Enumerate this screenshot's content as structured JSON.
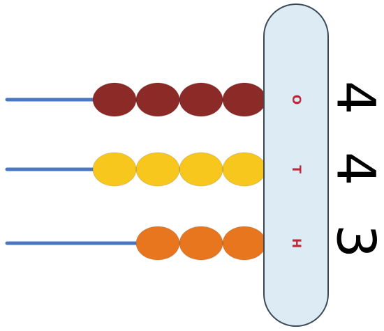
{
  "rods": [
    {
      "place_label": "O",
      "digit": "4",
      "bead_count": 4,
      "bead_color": "#8b2a26"
    },
    {
      "place_label": "T",
      "digit": "4",
      "bead_count": 4,
      "bead_color": "#f7c71d"
    },
    {
      "place_label": "H",
      "digit": "3",
      "bead_count": 3,
      "bead_color": "#e8761f"
    }
  ],
  "colors": {
    "rod": "#4a78c0",
    "base_fill": "#dcebf4",
    "base_stroke": "#3a4858",
    "label": "#c0283a",
    "digit": "#000000"
  }
}
